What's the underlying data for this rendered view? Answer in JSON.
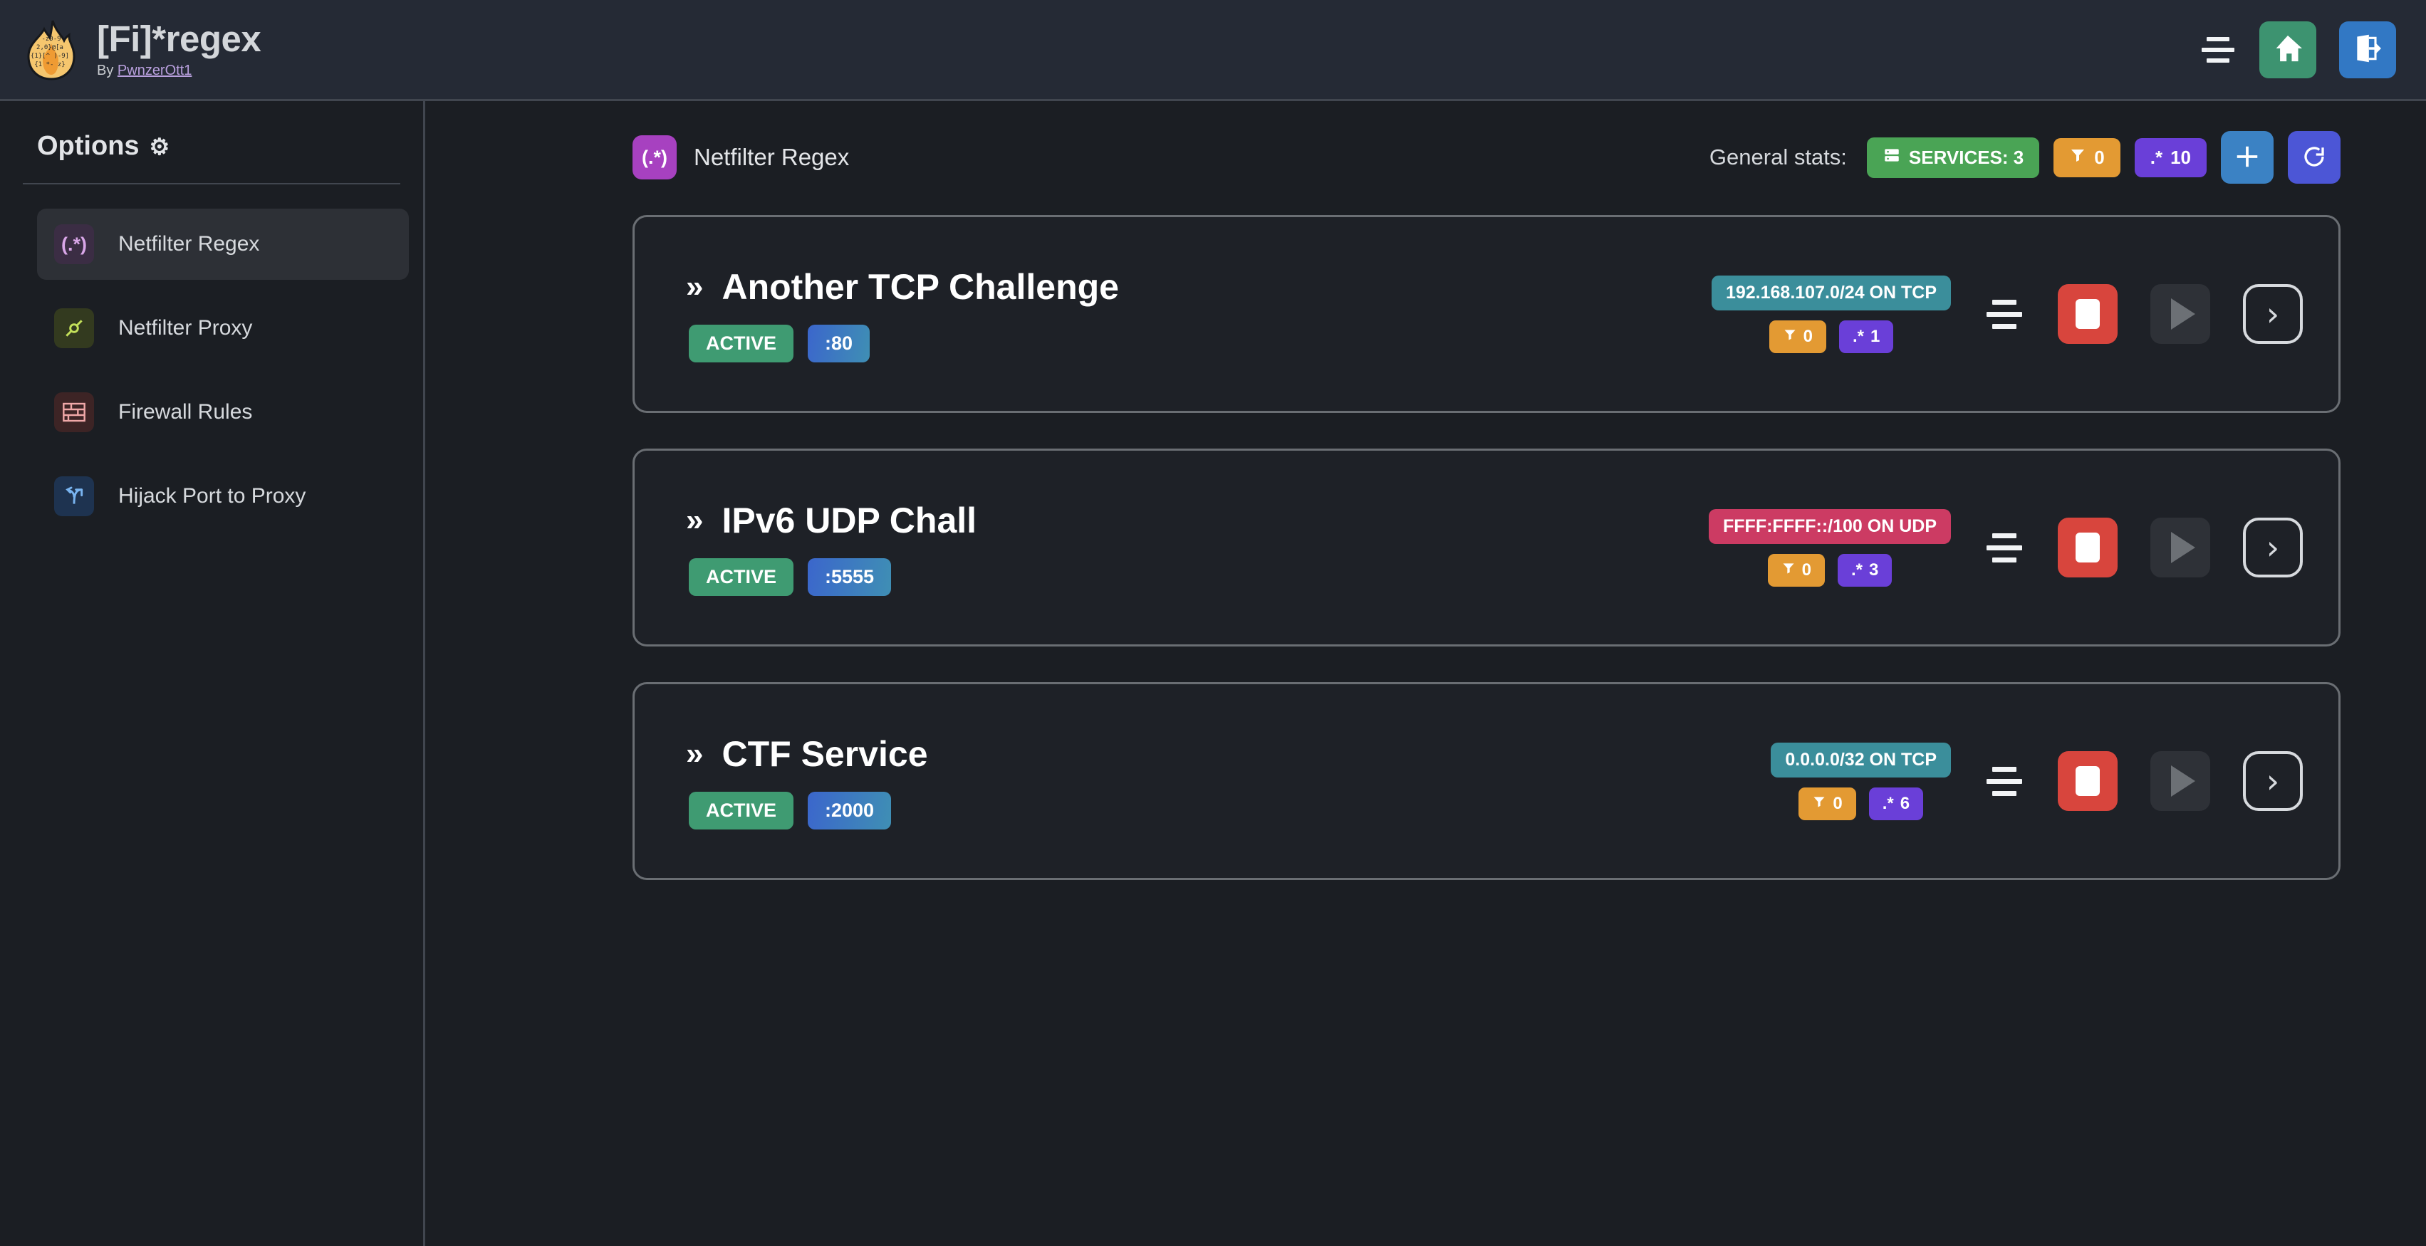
{
  "header": {
    "logo_icon": "flame-regex-logo",
    "title": "[Fi]*regex",
    "by_prefix": "By ",
    "author": "PwnzerOtt1",
    "menu_icon": "hamburger-icon",
    "home_icon": "home-icon",
    "logout_icon": "logout-icon",
    "bg": "#252a35"
  },
  "sidebar": {
    "title": "Options",
    "gear_icon": "gear-icon",
    "items": [
      {
        "label": "Netfilter Regex",
        "icon": "regex-icon",
        "glyph": "(.*)",
        "tile_bg": "#3b2d44",
        "tile_fg": "#d9a6e8",
        "active": true
      },
      {
        "label": "Netfilter Proxy",
        "icon": "plug-icon",
        "glyph": "⚭",
        "tile_bg": "#333a1f",
        "tile_fg": "#c3e05a",
        "active": false
      },
      {
        "label": "Firewall Rules",
        "icon": "brick-wall-icon",
        "glyph": "▓",
        "tile_bg": "#3d2425",
        "tile_fg": "#f0a8a8",
        "active": false
      },
      {
        "label": "Hijack Port to Proxy",
        "icon": "fork-arrow-icon",
        "glyph": "↪",
        "tile_bg": "#1e3350",
        "tile_fg": "#79b4f0",
        "active": false
      }
    ]
  },
  "main": {
    "page_icon": "regex-icon",
    "page_icon_glyph": "(.*)",
    "page_title": "Netfilter Regex",
    "stats_label": "General stats:",
    "stats": [
      {
        "name": "services-badge",
        "icon": "server-icon",
        "label": "SERVICES: 3",
        "color": "#4aa455"
      },
      {
        "name": "filters-badge",
        "icon": "filter-icon",
        "label": "0",
        "color": "#e39a33"
      },
      {
        "name": "regex-badge",
        "icon": "regex-dot-star-icon",
        "label": "10",
        "color": "#6a3fd8"
      }
    ],
    "add_button_icon": "plus-icon",
    "refresh_button_icon": "refresh-icon"
  },
  "services": [
    {
      "chevron": "»",
      "name": "Another TCP Challenge",
      "status": "ACTIVE",
      "port": ":80",
      "network": "192.168.107.0/24 ON TCP",
      "network_kind": "tcp",
      "filters_count": "0",
      "regex_count": "1",
      "align_icon": "align-center-icon",
      "stop_icon": "stop-icon",
      "play_icon": "play-icon",
      "open_icon": "chevron-right-icon"
    },
    {
      "chevron": "»",
      "name": "IPv6 UDP Chall",
      "status": "ACTIVE",
      "port": ":5555",
      "network": "FFFF:FFFF::/100 ON UDP",
      "network_kind": "udp",
      "filters_count": "0",
      "regex_count": "3",
      "align_icon": "align-center-icon",
      "stop_icon": "stop-icon",
      "play_icon": "play-icon",
      "open_icon": "chevron-right-icon"
    },
    {
      "chevron": "»",
      "name": "CTF Service",
      "status": "ACTIVE",
      "port": ":2000",
      "network": "0.0.0.0/32 ON TCP",
      "network_kind": "tcp",
      "filters_count": "0",
      "regex_count": "6",
      "align_icon": "align-center-icon",
      "stop_icon": "stop-icon",
      "play_icon": "play-icon",
      "open_icon": "chevron-right-icon"
    }
  ],
  "colors": {
    "bg": "#1b1e23",
    "header_bg": "#252a35",
    "card_border": "#6a6e73",
    "active_green": "#3f9b72",
    "stop_red": "#d8453d",
    "tcp_teal": "#3b8e9b",
    "udp_pink": "#cc3b63",
    "regex_purple": "#6a3fd8",
    "filter_orange": "#e39a33"
  }
}
